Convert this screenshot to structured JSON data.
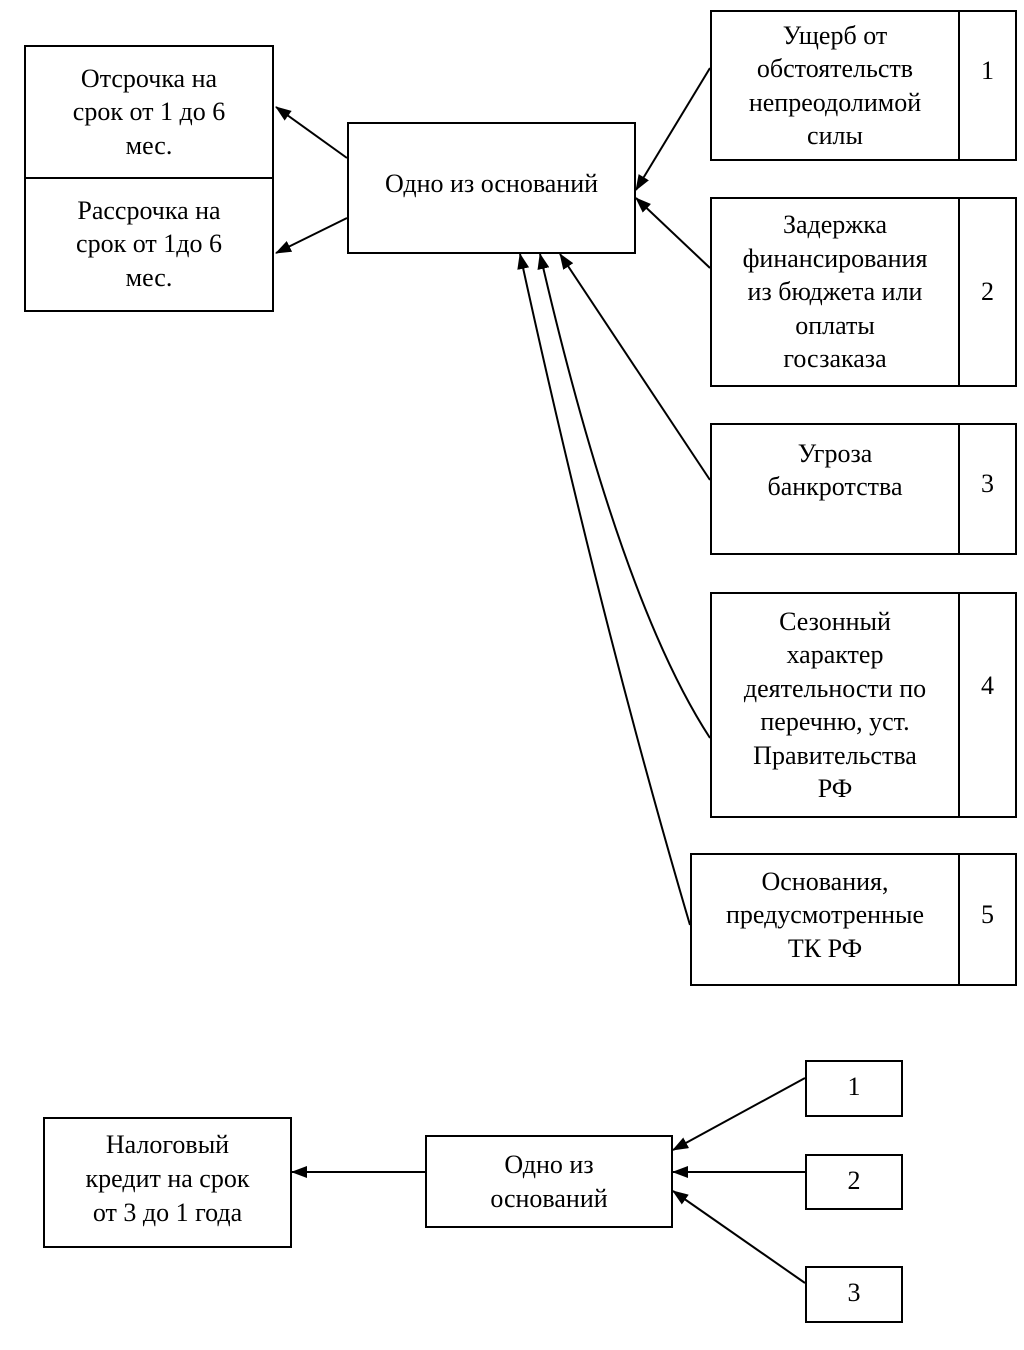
{
  "top": {
    "left_boxes": [
      {
        "label": "Отсрочка на\nсрок от 1 до 6\nмес."
      },
      {
        "label": "Рассрочка на\nсрок от 1до 6\nмес."
      }
    ],
    "center": {
      "label": "Одно из оснований"
    },
    "grounds": [
      {
        "label": "Ущерб от\nобстоятельств\nнепреодолимой\nсилы",
        "number": "1"
      },
      {
        "label": "Задержка\nфинансирования\nиз бюджета или\nоплаты\nгосзаказа",
        "number": "2"
      },
      {
        "label": "Угроза\nбанкротства",
        "number": "3"
      },
      {
        "label": "Сезонный\nхарактер\nдеятельности по\nперечню, уст.\nПравительства\nРФ",
        "number": "4"
      },
      {
        "label": "Основания,\nпредусмотренные\nТК РФ",
        "number": "5"
      }
    ]
  },
  "bottom": {
    "left_box": {
      "label": "Налоговый\nкредит на срок\nот 3 до 1 года"
    },
    "center": {
      "label": "Одно из\nоснований"
    },
    "numbers": [
      "1",
      "2",
      "3"
    ]
  }
}
